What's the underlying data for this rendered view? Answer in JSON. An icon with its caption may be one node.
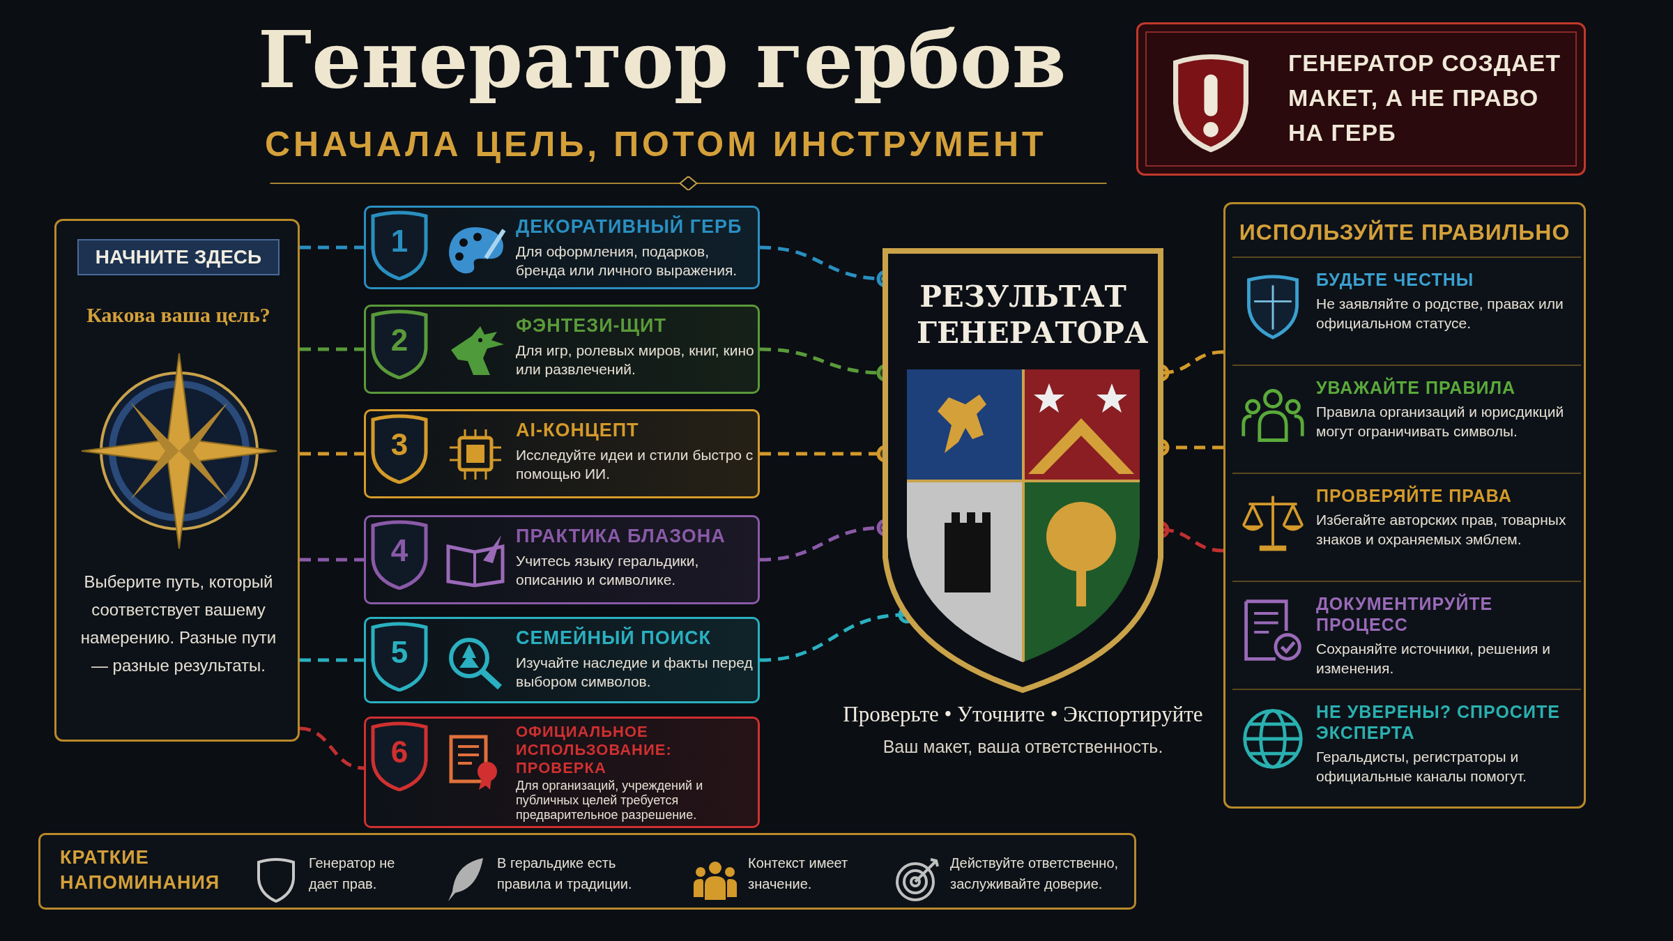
{
  "diagram": {
    "title": "Генератор гербов",
    "nodes": [
      {
        "text": [
          "НАЧНИТЕ ЗДЕСЬ",
          "Какова ваша цель?",
          "Выберите путь, который соответствует вашему намерению. Разные пути — разные результаты."
        ]
      },
      {
        "text": [
          "1",
          "ДЕКОРАТИВНЫЙ ГЕРБ",
          "Для оформления, подарков, бренда или личного выражения."
        ]
      },
      {
        "text": [
          "2",
          "ФЭНТЕЗИ-ЩИТ",
          "Для игр, ролевых миров, книг, кино или развлечений."
        ]
      },
      {
        "text": [
          "3",
          "AI-КОНЦЕПТ",
          "Исследуйте идеи и стили быстро с помощью ИИ."
        ]
      },
      {
        "text": [
          "4",
          "ПРАКТИКА БЛАЗОНА",
          "Учитесь языку геральдики, описанию и символике."
        ]
      },
      {
        "text": [
          "5",
          "СЕМЕЙНЫЙ ПОИСК",
          "Изучайте наследие и факты перед выбором символов."
        ]
      },
      {
        "text": [
          "6",
          "ОФИЦИАЛЬНОЕ ИСПОЛЬЗОВАНИЕ: ПРОВЕРКА",
          "Для организаций, учреждений и публичных целей требуется предварительное разрешение."
        ]
      },
      {
        "text": [
          "РЕЗУЛЬТАТ ГЕНЕРАТОРА"
        ],
        "beside": [
          "Проверьте • Уточните • Экспортируйте",
          "Ваш макет, ваша ответственность."
        ]
      },
      {
        "text": [
          "ИСПОЛЬЗУЙТЕ ПРАВИЛЬНО"
        ]
      },
      {
        "text": [
          "БУДЬТЕ ЧЕСТНЫ",
          "Не заявляйте о родстве, правах или официальном статусе."
        ],
        "in": 8
      },
      {
        "text": [
          "УВАЖАЙТЕ ПРАВИЛА",
          "Правила организаций и юрисдикций могут ограничивать символы."
        ],
        "in": 8
      },
      {
        "text": [
          "ПРОВЕРЯЙТЕ ПРАВА",
          "Избегайте авторских прав, товарных знаков и охраняемых эмблем."
        ],
        "in": 8
      },
      {
        "text": [
          "ДОКУМЕНТИРУЙТЕ ПРОЦЕСС",
          "Сохраняйте источники, решения и изменения."
        ],
        "in": 8
      },
      {
        "text": [
          "НЕ УВЕРЕНЫ? СПРОСИТЕ ЭКСПЕРТА",
          "Геральдисты, регистраторы и официальные каналы помогут."
        ],
        "in": 8
      },
      {
        "text": [
          "ГЕНЕРАТОР СОЗДАЕТ МАКЕТ, А НЕ ПРАВО НА ГЕРБ"
        ]
      },
      {
        "text": [
          "КРАТКИЕ НАПОМИНАНИЯ"
        ]
      },
      {
        "text": [
          "Генератор не дает прав."
        ],
        "in": 15
      },
      {
        "text": [
          "В геральдике есть правила и традиции."
        ],
        "in": 15
      },
      {
        "text": [
          "Контекст имеет значение."
        ],
        "in": 15
      },
      {
        "text": [
          "Действуйте ответственно, заслуживайте доверие."
        ],
        "in": 15
      }
    ],
    "edges": [
      {
        "from": 0,
        "to": 1,
        "arrow": "none",
        "style": "dashed",
        "color": "#2a8fc0"
      },
      {
        "from": 0,
        "to": 2,
        "arrow": "none",
        "style": "dashed",
        "color": "#5a9a3a"
      },
      {
        "from": 0,
        "to": 3,
        "arrow": "none",
        "style": "dashed",
        "color": "#d49a2a"
      },
      {
        "from": 0,
        "to": 4,
        "arrow": "none",
        "style": "dashed",
        "color": "#8a5aa8"
      },
      {
        "from": 0,
        "to": 5,
        "arrow": "none",
        "style": "dashed",
        "color": "#2ab0c0"
      },
      {
        "from": 0,
        "to": 6,
        "arrow": "none",
        "style": "dashed",
        "color": "#c03030"
      },
      {
        "from": 1,
        "to": 7,
        "arrow": "other",
        "style": "dashed",
        "color": "#2a8fc0"
      },
      {
        "from": 2,
        "to": 7,
        "arrow": "other",
        "style": "dashed",
        "color": "#5a9a3a"
      },
      {
        "from": 3,
        "to": 7,
        "arrow": "other",
        "style": "dashed",
        "color": "#d49a2a"
      },
      {
        "from": 4,
        "to": 7,
        "arrow": "other",
        "style": "dashed",
        "color": "#8a5aa8"
      },
      {
        "from": 5,
        "to": 7,
        "arrow": "other",
        "style": "dashed",
        "color": "#2ab0c0"
      },
      {
        "from": 8,
        "to": 7,
        "arrow": "other",
        "style": "dashed",
        "color": "#d49a2a"
      },
      {
        "from": 8,
        "to": 7,
        "arrow": "other",
        "style": "dashed",
        "color": "#d49a2a"
      },
      {
        "from": 8,
        "to": 7,
        "arrow": "other",
        "style": "dashed",
        "color": "#c03030"
      }
    ],
    "labels": [
      "СНАЧАЛА ЦЕЛЬ, ПОТОМ ИНСТРУМЕНТ"
    ]
  }
}
